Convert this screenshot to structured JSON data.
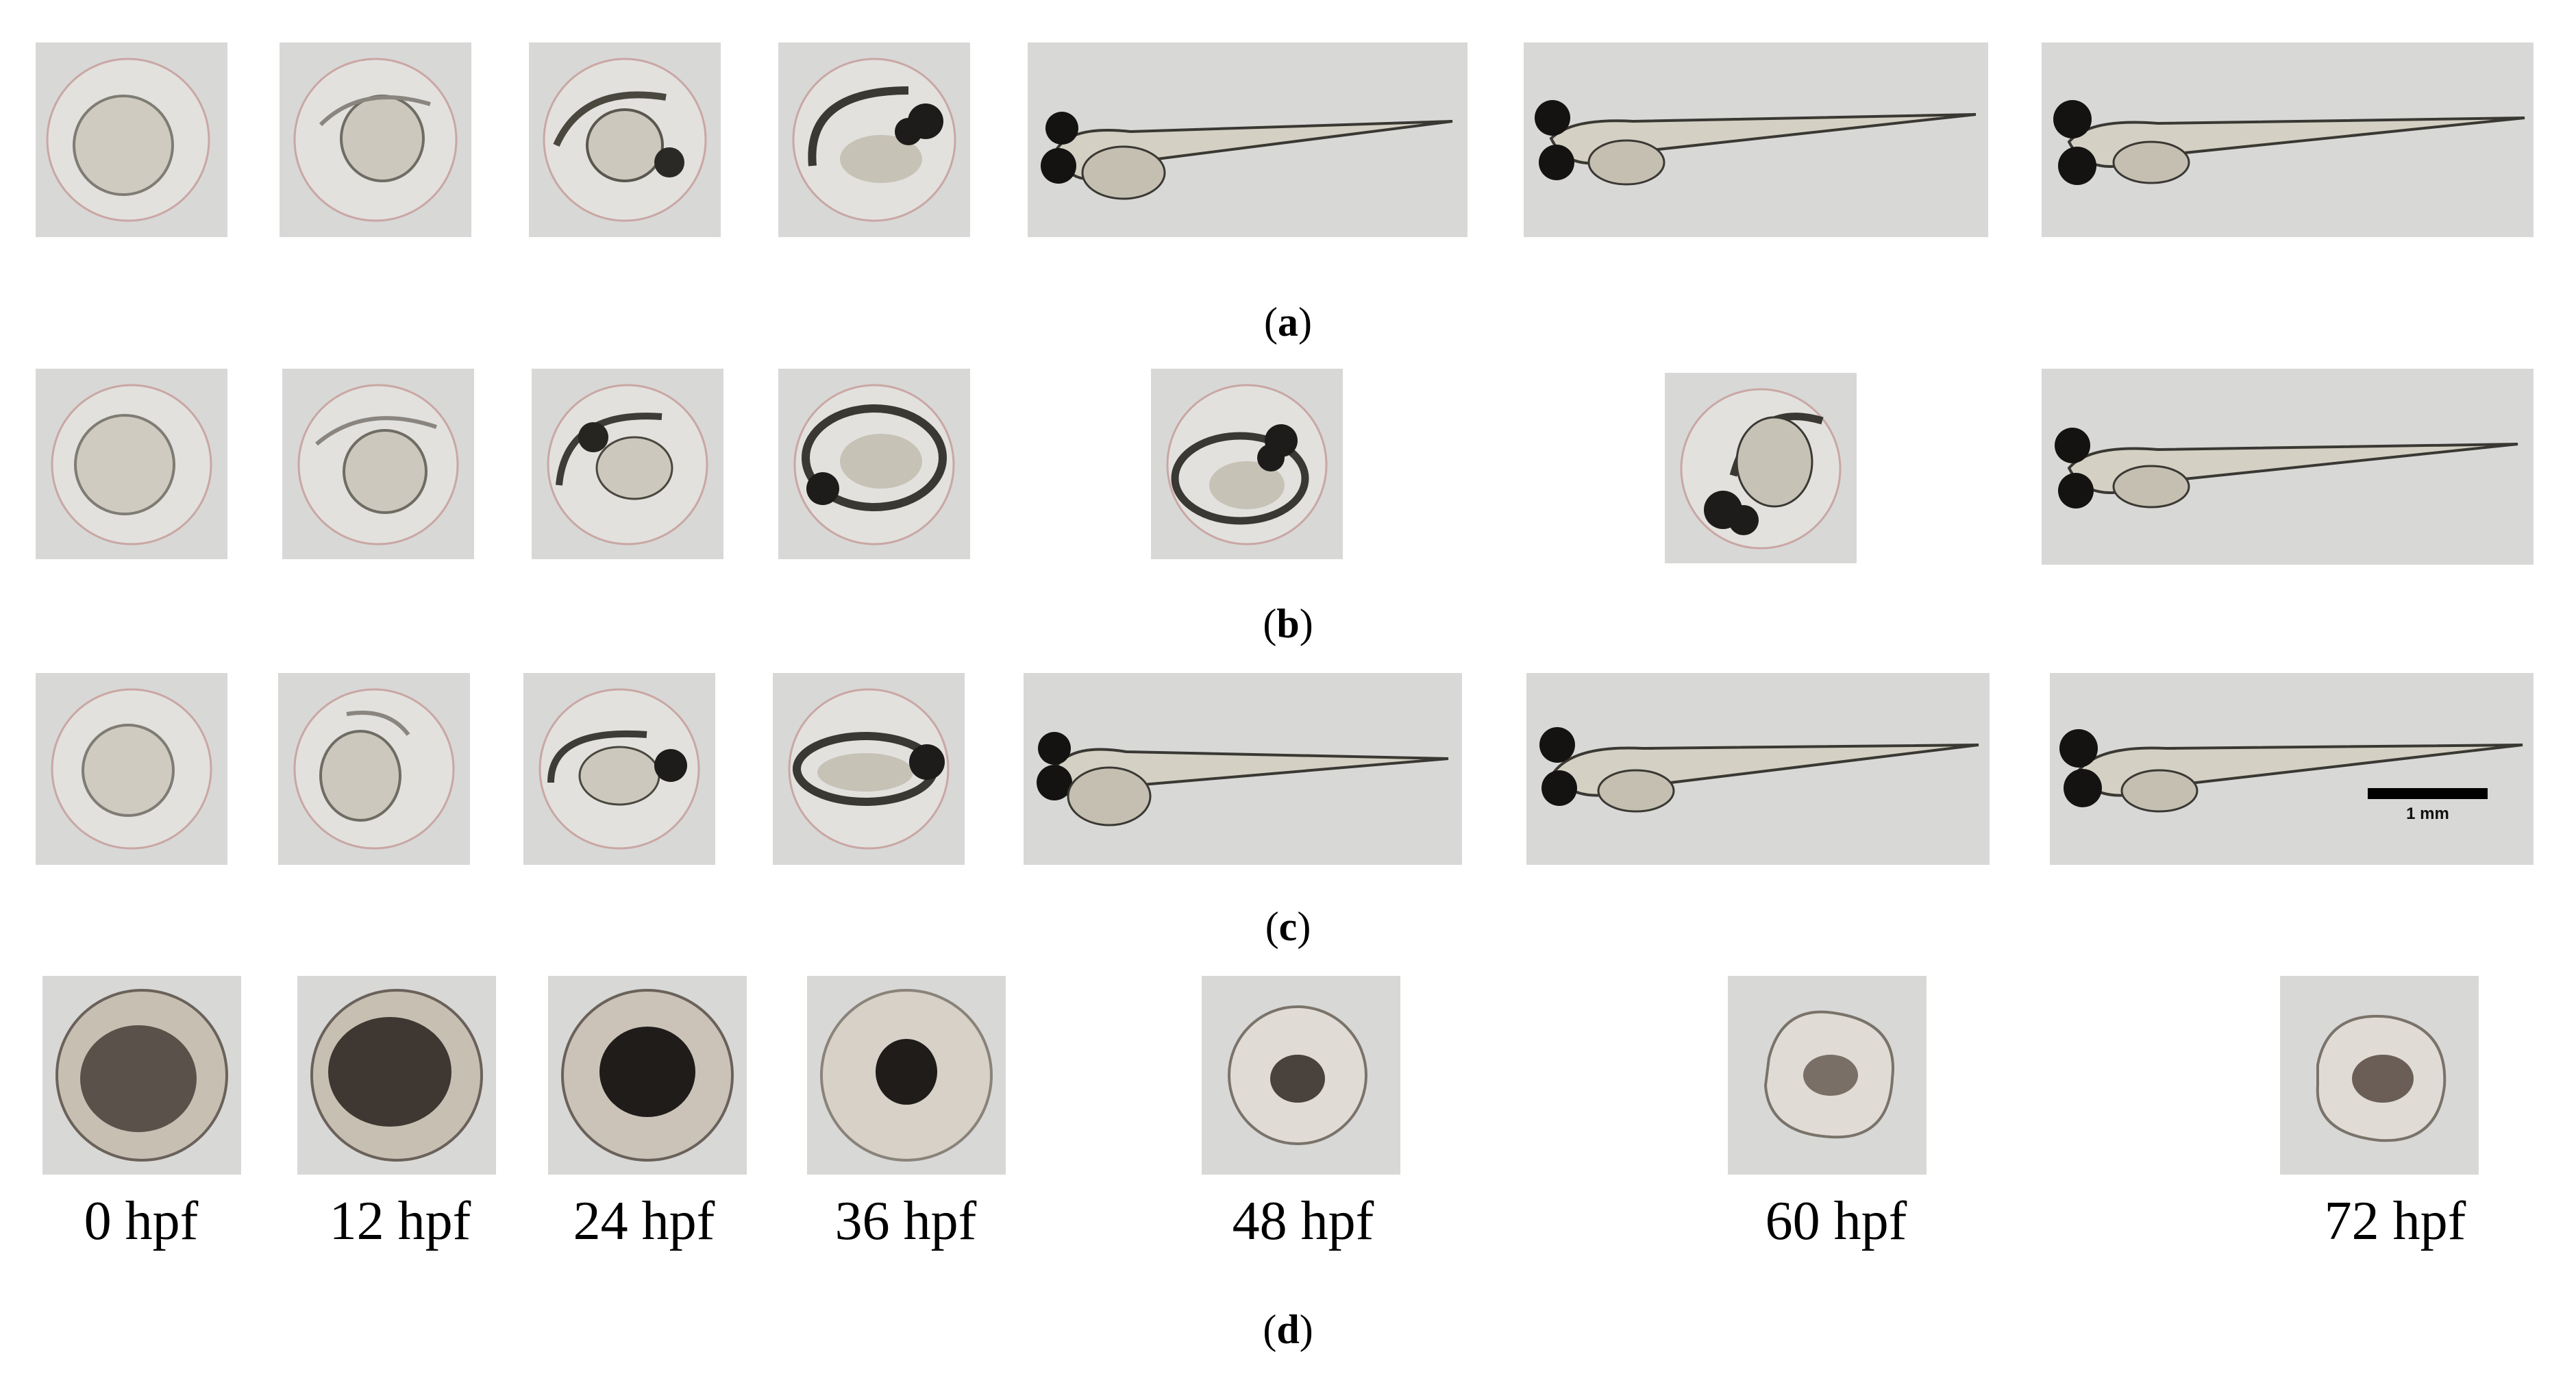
{
  "figure": {
    "panel_labels": [
      "a",
      "b",
      "c",
      "d"
    ],
    "time_labels": [
      "0 hpf",
      "12 hpf",
      "24 hpf",
      "36 hpf",
      "48 hpf",
      "60 hpf",
      "72 hpf"
    ],
    "scale_bar_label": "1 mm"
  }
}
